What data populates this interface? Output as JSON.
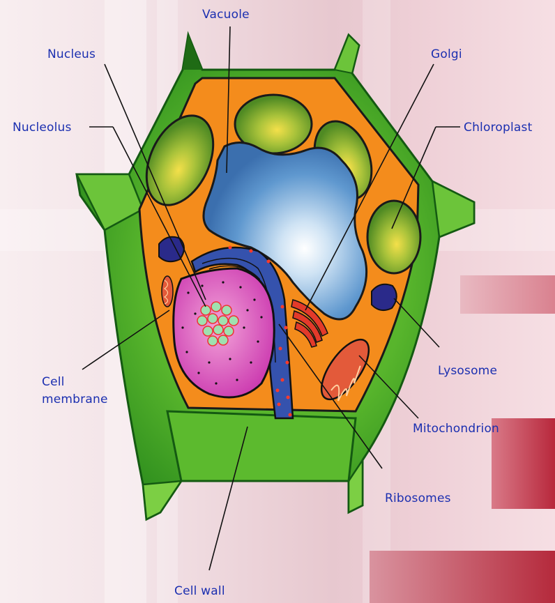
{
  "labels": {
    "vacuole": "Vacuole",
    "nucleus": "Nucleus",
    "golgi": "Golgi",
    "nucleolus": "Nucleolus",
    "chloroplast": "Chloroplast",
    "cell_membrane_line1": "Cell",
    "cell_membrane_line2": "membrane",
    "lysosome": "Lysosome",
    "mitochondrion": "Mitochondrion",
    "ribosomes": "Ribosomes",
    "cell_wall": "Cell wall"
  },
  "colors": {
    "label_text": "#1b2fb0",
    "cell_wall": "#3aa226",
    "cell_wall_dark": "#145a12",
    "cytoplasm": "#f48c1c",
    "vacuole": "#4f86c6",
    "nucleus": "#cc3bb0",
    "chloroplast": "#6ea82b",
    "lysosome": "#2a2a8a",
    "mitochondrion": "#e35a3a",
    "er": "#2f4aa3",
    "background_accent": "#b52a3c"
  }
}
